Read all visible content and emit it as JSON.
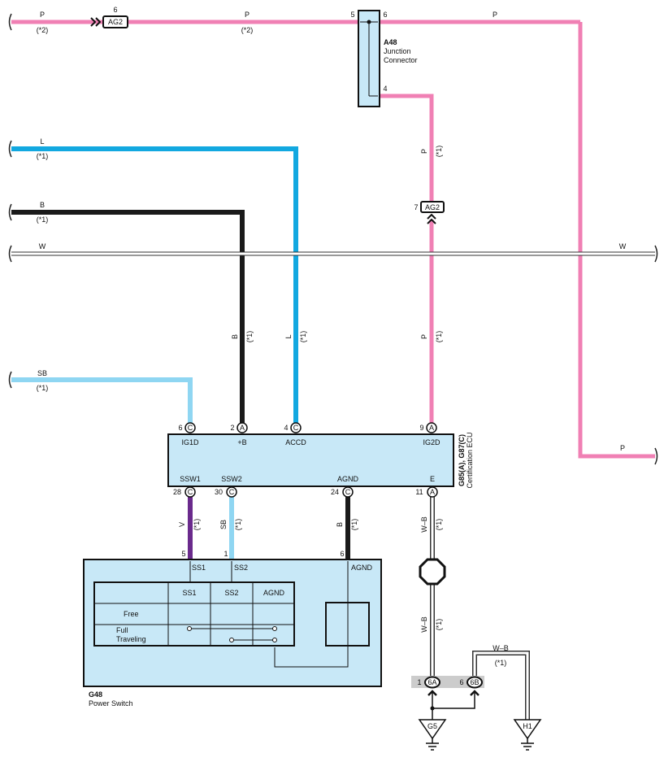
{
  "colors": {
    "P": "#f080b4",
    "L": "#12a8e0",
    "B": "#1a1a1a",
    "SB": "#8fd6f2",
    "V": "#6a2a8c",
    "box_fill": "#c8e8f7",
    "shade": "#cccccc"
  },
  "wires": {
    "p_top_left": "P",
    "p_top_left_note": "(*2)",
    "p_top_mid": "P",
    "p_top_mid_note": "(*2)",
    "p_top_right": "P",
    "p_bottom_right": "P",
    "p_vert": "P",
    "p_vert_note": "(*1)",
    "p_vert2": "P",
    "p_vert2_note": "(*1)",
    "l_left": "L",
    "l_left_note": "(*1)",
    "l_vert": "L",
    "l_vert_note": "(*1)",
    "b_left": "B",
    "b_left_note": "(*1)",
    "b_vert": "B",
    "b_vert_note": "(*1)",
    "w_left": "W",
    "w_right": "W",
    "sb_left": "SB",
    "sb_left_note": "(*1)",
    "v_vert": "V",
    "v_vert_note": "(*1)",
    "sb_vert": "SB",
    "sb_vert_note": "(*1)",
    "b_vert2": "B",
    "b_vert2_note": "(*1)",
    "wb_vert1": "W–B",
    "wb_vert1_note": "(*1)",
    "wb_vert2": "W–B",
    "wb_vert2_note": "(*1)",
    "wb_horiz": "W–B",
    "wb_horiz_note": "(*1)"
  },
  "connectors": {
    "ag2_top_pin": "6",
    "ag2_top_label": "AG2",
    "ag2_mid_pin": "7",
    "ag2_mid_label": "AG2"
  },
  "junction": {
    "id": "A48",
    "name_line1": "Junction",
    "name_line2": "Connector",
    "pin_in": "5",
    "pin_out": "6",
    "pin_down": "4"
  },
  "ecu": {
    "id": "G85(A), G87(C)",
    "name": "Certification ECU",
    "top_pins": [
      {
        "num": "6",
        "conn": "C",
        "name": "IG1D"
      },
      {
        "num": "2",
        "conn": "A",
        "name": "+B"
      },
      {
        "num": "4",
        "conn": "C",
        "name": "ACCD"
      },
      {
        "num": "9",
        "conn": "A",
        "name": "IG2D"
      }
    ],
    "bottom_pins": [
      {
        "num": "28",
        "conn": "C",
        "name": "SSW1"
      },
      {
        "num": "30",
        "conn": "C",
        "name": "SSW2"
      },
      {
        "num": "24",
        "conn": "C",
        "name": "AGND"
      },
      {
        "num": "11",
        "conn": "A",
        "name": "E"
      }
    ]
  },
  "switch": {
    "id": "G48",
    "name": "Power Switch",
    "pins": [
      {
        "num": "5",
        "name": "SS1"
      },
      {
        "num": "1",
        "name": "SS2"
      },
      {
        "num": "6",
        "name": "AGND"
      }
    ],
    "table_headers": [
      "SS1",
      "SS2",
      "AGND"
    ],
    "rows": [
      "Free",
      "Full",
      "Traveling"
    ]
  },
  "grounds": {
    "splice_left_pin": "1",
    "splice_left_id": "6A",
    "splice_right_pin": "6",
    "splice_right_id": "6B",
    "g5": "G5",
    "h1": "H1"
  }
}
